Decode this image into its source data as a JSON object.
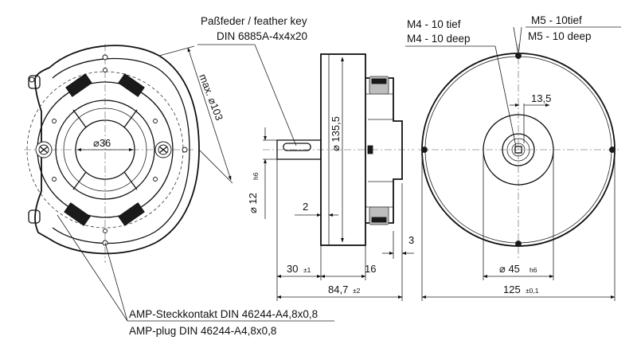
{
  "labels": {
    "feather_key_line1": "Paßfeder / feather key",
    "feather_key_line2": "DIN 6885A-4x4x20",
    "thread_m4_de": "M4 - 10 tief",
    "thread_m4_en": "M4 - 10 deep",
    "thread_m5_de": "M5 - 10tief",
    "thread_m5_en": "M5 - 10 deep",
    "amp_de": "AMP-Steckkontakt DIN 46244-A4,8x0,8",
    "amp_en": "AMP-plug DIN 46244-A4,8x0,8"
  },
  "dimensions": {
    "max_diameter": "max. ⌀103",
    "bore_diameter": "⌀36",
    "body_diameter": "⌀ 135,5",
    "shaft_diameter": "⌀ 12",
    "shaft_tol": "h6",
    "d_13_5": "13,5",
    "d_2": "2",
    "d_3": "3",
    "d_30": "30",
    "d_30_tol": "±1",
    "d_16": "16",
    "d_84_7": "84,7",
    "d_84_7_tol": "±2",
    "d_45": "⌀ 45",
    "d_45_tol": "h6",
    "d_125": "125",
    "d_125_tol": "±0,1"
  }
}
